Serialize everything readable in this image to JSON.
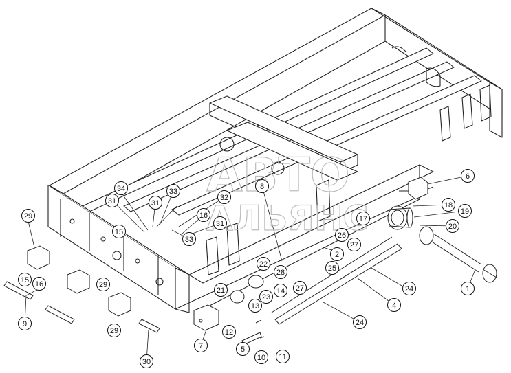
{
  "callouts": [
    {
      "id": "c1",
      "label": "1"
    },
    {
      "id": "c2",
      "label": "2"
    },
    {
      "id": "c4",
      "label": "4"
    },
    {
      "id": "c5",
      "label": "5"
    },
    {
      "id": "c6",
      "label": "6"
    },
    {
      "id": "c7",
      "label": "7"
    },
    {
      "id": "c8",
      "label": "8"
    },
    {
      "id": "c9",
      "label": "9"
    },
    {
      "id": "c10",
      "label": "10"
    },
    {
      "id": "c11",
      "label": "11"
    },
    {
      "id": "c12",
      "label": "12"
    },
    {
      "id": "c13",
      "label": "13"
    },
    {
      "id": "c14",
      "label": "14"
    },
    {
      "id": "c15a",
      "label": "15"
    },
    {
      "id": "c15b",
      "label": "15"
    },
    {
      "id": "c16a",
      "label": "16"
    },
    {
      "id": "c16b",
      "label": "16"
    },
    {
      "id": "c17",
      "label": "17"
    },
    {
      "id": "c18",
      "label": "18"
    },
    {
      "id": "c19",
      "label": "19"
    },
    {
      "id": "c20",
      "label": "20"
    },
    {
      "id": "c21",
      "label": "21"
    },
    {
      "id": "c22",
      "label": "22"
    },
    {
      "id": "c23",
      "label": "23"
    },
    {
      "id": "c24a",
      "label": "24"
    },
    {
      "id": "c24b",
      "label": "24"
    },
    {
      "id": "c25",
      "label": "25"
    },
    {
      "id": "c26",
      "label": "26"
    },
    {
      "id": "c27a",
      "label": "27"
    },
    {
      "id": "c27b",
      "label": "27"
    },
    {
      "id": "c28",
      "label": "28"
    },
    {
      "id": "c29a",
      "label": "29"
    },
    {
      "id": "c29b",
      "label": "29"
    },
    {
      "id": "c29c",
      "label": "29"
    },
    {
      "id": "c30",
      "label": "30"
    },
    {
      "id": "c31a",
      "label": "31"
    },
    {
      "id": "c31b",
      "label": "31"
    },
    {
      "id": "c31c",
      "label": "31"
    },
    {
      "id": "c32",
      "label": "32"
    },
    {
      "id": "c33a",
      "label": "33"
    },
    {
      "id": "c33b",
      "label": "33"
    },
    {
      "id": "c34",
      "label": "34"
    }
  ],
  "watermark": {
    "line1": "АВТО",
    "line2": "АЛЬЯНС"
  }
}
